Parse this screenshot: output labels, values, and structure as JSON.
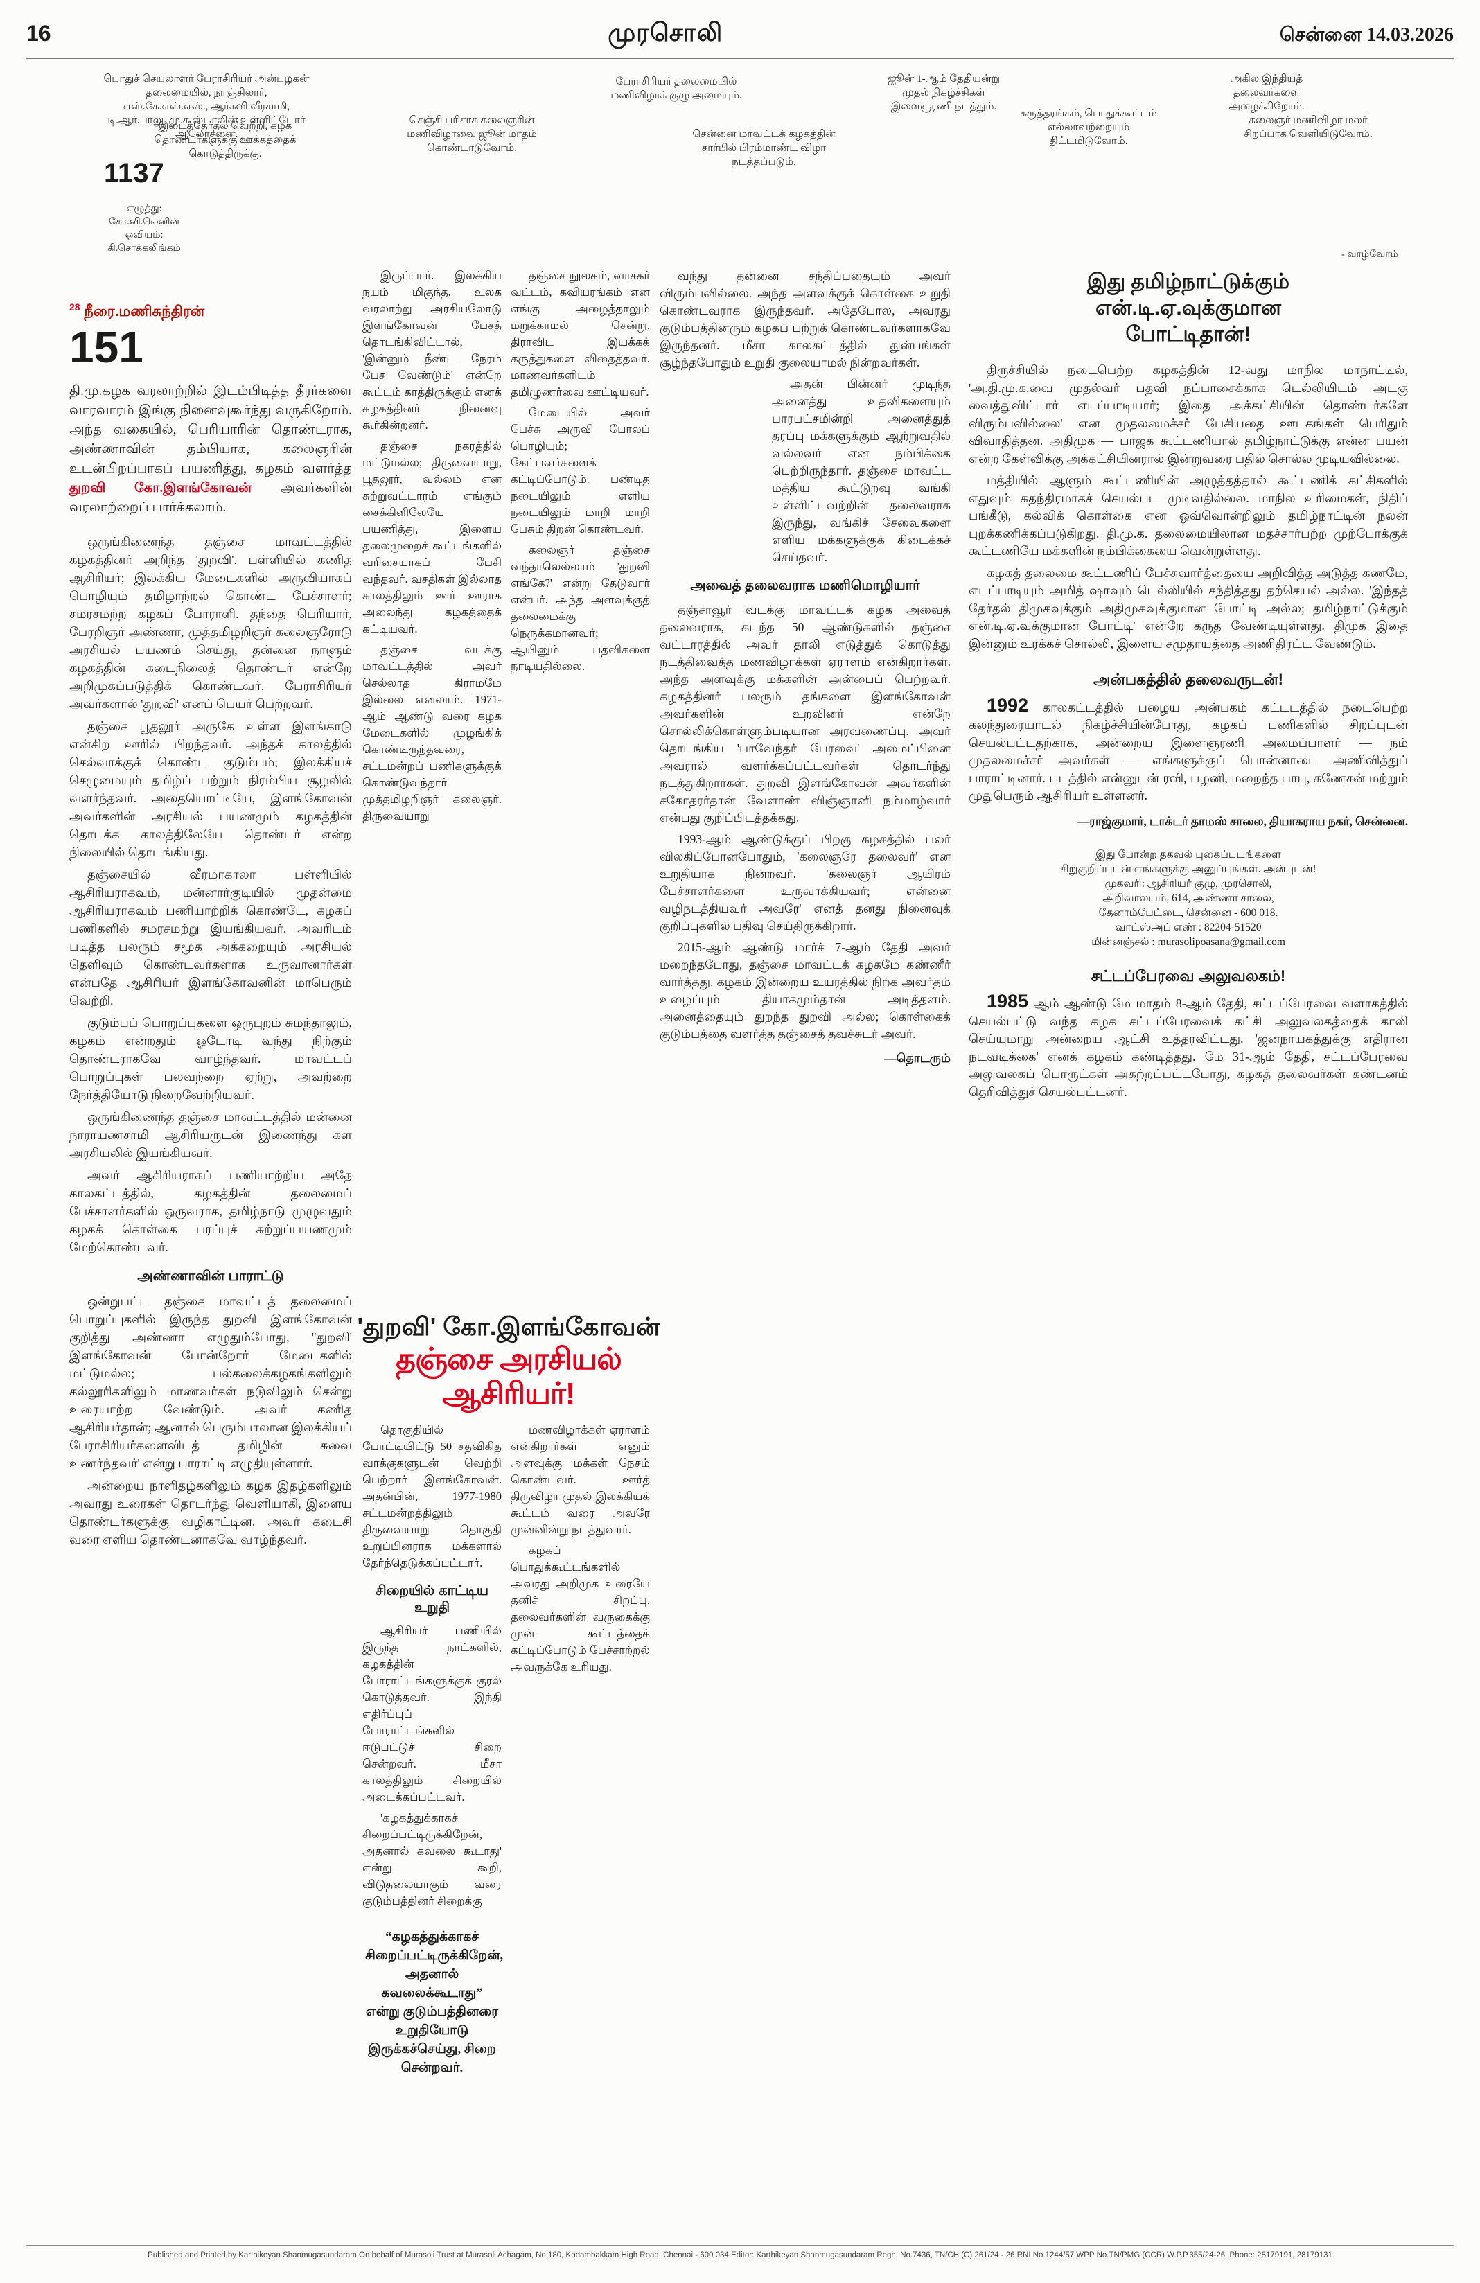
{
  "colors": {
    "accent_red": "#e4001b",
    "masthead_black": "#1c1c1c"
  },
  "header": {
    "page_number": "16",
    "masthead": "முரசொலி",
    "edition": "சென்னை  14.03.2026"
  },
  "top_notes": {
    "n1": "பொதுச் செயலாளர் பேராசிரியர் அன்பழகன் தலைமையில், நாஞ்சிலார், எஸ்.கே.எஸ்.எஸ்., ஆர்கவி வீரசாமி, டி.ஆர்.பாலு, மு.க.ஸ்டாலின் உள்ளிட்டோர் ஆலோசனை.",
    "n2": "இடைத்தேர்தல் வெற்றி, கழக தொண்டர்களுக்கு ஊக்கத்தைக் கொடுத்திருக்கு.",
    "n3": "செஞ்சி பரிசாக கலைஞரின் மணிவிழாவை ஜூன் மாதம் கொண்டாடுவோம்.",
    "n4": "பேராசிரியர் தலைமையில் மணிவிழாக் குழு அமையும்.",
    "n5": "சென்னை மாவட்டக் கழகத்தின் சார்பில் பிரம்மாண்ட விழா நடத்தப்படும்.",
    "n6": "ஜூன் 1-ஆம் தேதியன்று முதல் நிகழ்ச்சிகள் இளைஞரணி நடத்தும்.",
    "n7": "கருத்தரங்கம், பொதுக்கூட்டம் எல்லாவற்றையும் திட்டமிடுவோம்.",
    "n8": "அகில இந்தியத் தலைவர்களை அழைக்கிறோம்.",
    "n9": "கலைஞர் மணிவிழா மலர் சிறப்பாக வெளியிடுவோம்."
  },
  "comic": {
    "strip_number": "1137",
    "credits": [
      "எழுத்து:",
      "கோ.வி.லெனின்",
      "ஓவியம்:",
      "கி.சொக்கலிங்கம்"
    ],
    "caption_right": "- வாழ்வோம்"
  },
  "serial": {
    "author": "நீரை.மணிசுந்திரன்",
    "week": "28",
    "number": "151",
    "intro_before": "தி.மு.கழக வரலாற்றில் இடம்பிடித்த தீரர்களை வாரவாரம் இங்கு நினைவுகூர்ந்து வருகிறோம். அந்த வகையில், பெரியாரின் தொண்டராக, அண்ணாவின் தம்பியாக, கலைஞரின் உடன்பிறப்பாகப் பயணித்து, கழகம் வளர்த்த",
    "intro_highlight": "துறவி கோ.இளங்கோவன்",
    "intro_after": "அவர்களின் வரலாற்றைப் பார்க்கலாம்.",
    "headline_black": "'துறவி' கோ.இளங்கோவன்",
    "headline_red": "தஞ்சை அரசியல் ஆசிரியர்!",
    "col1_paras": [
      "ஒருங்கிணைந்த தஞ்சை மாவட்டத்தில் கழகத்தினர் அறிந்த 'துறவி'. பள்ளியில் கணித ஆசிரியர்; இலக்கிய மேடைகளில் அருவியாகப் பொழியும் தமிழாற்றல் கொண்ட பேச்சாளர்; சமரசமற்ற கழகப் போராளி. தந்தை பெரியார், பேரறிஞர் அண்ணா, முத்தமிழறிஞர் கலைஞரோடு அரசியல் பயணம் செய்து, தன்னை நாளும் கழகத்தின் கடைநிலைத் தொண்டர் என்றே அறிமுகப்படுத்திக் கொண்டவர். பேராசிரியர் அவர்களால் 'துறவி' எனப் பெயர் பெற்றவர்.",
      "தஞ்சை பூதலூர் அருகே உள்ள இளங்காடு என்கிற ஊரில் பிறந்தவர். அந்தக் காலத்தில் செல்வாக்குக் கொண்ட குடும்பம்; இலக்கியச் செழுமையும் தமிழ்ப் பற்றும் நிரம்பிய சூழலில் வளர்ந்தவர். அதையொட்டியே, இளங்கோவன் அவர்களின் அரசியல் பயணமும் கழகத்தின் தொடக்க காலத்திலேயே தொண்டர் என்ற நிலையில் தொடங்கியது.",
      "தஞ்சையில் வீரமாகாலா பள்ளியில் ஆசிரியராகவும், மன்னார்குடியில் முதன்மை ஆசிரியராகவும் பணியாற்றிக் கொண்டே, கழகப் பணிகளில் சமரசமற்று இயங்கியவர். அவரிடம் படித்த பலரும் சமூக அக்கறையும் அரசியல் தெளிவும் கொண்டவர்களாக உருவானார்கள் என்பதே ஆசிரியர் இளங்கோவனின் மாபெரும் வெற்றி.",
      "குடும்பப் பொறுப்புகளை ஒருபுறம் சுமந்தாலும், கழகம் என்றதும் ஓடோடி வந்து நிற்கும் தொண்டராகவே வாழ்ந்தவர். மாவட்டப் பொறுப்புகள் பலவற்றை ஏற்று, அவற்றை நேர்த்தியோடு நிறைவேற்றியவர்.",
      "ஒருங்கிணைந்த தஞ்சை மாவட்டத்தில் மன்னை நாராயணசாமி ஆசிரியருடன் இணைந்து கள அரசியலில் இயங்கியவர்.",
      "அவர் ஆசிரியராகப் பணியாற்றிய அதே காலகட்டத்தில், கழகத்தின் தலைமைப் பேச்சாளர்களில் ஒருவராக, தமிழ்நாடு முழுவதும் கழகக் கொள்கை பரப்புச் சுற்றுப்பயணமும் மேற்கொண்டவர்."
    ],
    "col1_subhead": "அண்ணாவின் பாராட்டு",
    "col1_paras2": [
      "ஒன்றுபட்ட தஞ்சை மாவட்டத் தலைமைப் பொறுப்புகளில் இருந்த துறவி இளங்கோவன் குறித்து அண்ணா எழுதும்போது, ''துறவி' இளங்கோவன் போன்றோர் மேடைகளில் மட்டுமல்ல; பல்கலைக்கழகங்களிலும் கல்லூரிகளிலும் மாணவர்கள் நடுவிலும் சென்று உரையாற்ற வேண்டும். அவர் கணித ஆசிரியர்தான்; ஆனால் பெரும்பாலான இலக்கியப் பேராசிரியர்களைவிடத் தமிழின் சுவை உணர்ந்தவர்' என்று பாராட்டி எழுதியுள்ளார்.",
      "அன்றைய நாளிதழ்களிலும் கழக இதழ்களிலும் அவரது உரைகள் தொடர்ந்து வெளியாகி, இளைய தொண்டர்களுக்கு வழிகாட்டின. அவர் கடைசி வரை எளிய தொண்டனாகவே வாழ்ந்தவர்."
    ],
    "col2_top_paras": [
      "இருப்பார். இலக்கிய நயம் மிகுந்த, உலக வரலாற்று அரசியலோடு இளங்கோவன் பேசத் தொடங்கிவிட்டால், 'இன்னும் நீண்ட நேரம் பேச வேண்டும்' என்றே கூட்டம் காத்திருக்கும் எனக் கழகத்தினர் நினைவு கூர்கின்றனர்.",
      "தஞ்சை நகரத்தில் மட்டுமல்ல; திருவையாறு, பூதலூர், வல்லம் என சுற்றுவட்டாரம் எங்கும் சைக்கிளிலேயே பயணித்து, இளைய தலைமுறைக் கூட்டங்களில் வரிசையாகப் பேசி வந்தவர். வசதிகள் இல்லாத காலத்திலும் ஊர் ஊராக அலைந்து கழகத்தைக் கட்டியவர்.",
      "தஞ்சை வடக்கு மாவட்டத்தில் அவர் செல்லாத கிராமமே இல்லை எனலாம். 1971-ஆம் ஆண்டு வரை கழக மேடைகளில் முழங்கிக் கொண்டிருந்தவரை, சட்டமன்றப் பணிகளுக்குக் கொண்டுவந்தார் முத்தமிழறிஞர் கலைஞர். திருவையாறு"
    ],
    "col3_top_paras": [
      "தஞ்சை நூலகம், வாசகர் வட்டம், கவியரங்கம் என எங்கு அழைத்தாலும் மறுக்காமல் சென்று, திராவிட இயக்கக் கருத்துகளை விதைத்தவர். மாணவர்களிடம் தமிழுணர்வை ஊட்டியவர்.",
      "மேடையில் அவர் பேச்சு அருவி போலப் பொழியும்; கேட்பவர்களைக் கட்டிப்போடும். பண்டித நடையிலும் எளிய நடையிலும் மாறி மாறி பேசும் திறன் கொண்டவர்.",
      "கலைஞர் தஞ்சை வந்தாலெல்லாம் 'துறவி எங்கே?' என்று தேடுவார் என்பர். அந்த அளவுக்குத் தலைமைக்கு நெருக்கமானவர்; ஆயினும் பதவிகளை நாடியதில்லை."
    ],
    "col2_bot_para": "தொகுதியில் போட்டியிட்டு 50 சதவிகித வாக்குகளுடன் வெற்றி பெற்றார் இளங்கோவன். அதன்பின், 1977-1980 சட்டமன்றத்திலும் திருவையாறு தொகுதி உறுப்பினராக மக்களால் தேர்ந்தெடுக்கப்பட்டார்.",
    "col2_subhead": "சிறையில் காட்டிய உறுதி",
    "col2_bot_paras2": [
      "ஆசிரியர் பணியில் இருந்த நாட்களில், கழகத்தின் போராட்டங்களுக்குக் குரல் கொடுத்தவர். இந்தி எதிர்ப்புப் போராட்டங்களில் ஈடுபட்டுச் சிறை சென்றவர். மீசா காலத்திலும் சிறையில் அடைக்கப்பட்டவர்.",
      "'கழகத்துக்காகச் சிறைப்பட்டிருக்கிறேன், அதனால் கவலை கூடாது' என்று கூறி, விடுதலையாகும் வரை குடும்பத்தினர் சிறைக்கு"
    ],
    "pull_quote": "“கழகத்துக்காகச் சிறைப்பட்டிருக்கிறேன், அதனால் கவலைக்கூடாது” என்று குடும்பத்தினரை உறுதியோடு இருக்கச்செய்து, சிறை சென்றவர்.",
    "col3_bot_paras": [
      "மணவிழாக்கள் ஏராளம் என்கிறார்கள் எனும் அளவுக்கு மக்கள் நேசம் கொண்டவர். ஊர்த் திருவிழா முதல் இலக்கியக் கூட்டம் வரை அவரே முன்னின்று நடத்துவார்.",
      "கழகப் பொதுக்கூட்டங்களில் அவரது அறிமுக உரையே தனிச் சிறப்பு. தலைவர்களின் வருகைக்கு முன் கூட்டத்தைக் கட்டிப்போடும் பேச்சாற்றல் அவருக்கே உரியது."
    ],
    "col4_paras1": [
      "வந்து தன்னை சந்திப்பதையும் அவர் விரும்பவில்லை. அந்த அளவுக்குக் கொள்கை உறுதி கொண்டவராக இருந்தவர். அதேபோல, அவரது குடும்பத்தினரும் கழகப் பற்றுக் கொண்டவர்களாகவே இருந்தனர். மீசா காலகட்டத்தில் துன்பங்கள் சூழ்ந்தபோதும் உறுதி குலையாமல் நின்றவர்கள்."
    ],
    "col4_inset_paras": [
      "அதன் பின்னர் முடிந்த அனைத்து உதவிகளையும் பாரபட்சமின்றி அனைத்துத் தரப்பு மக்களுக்கும் ஆற்றுவதில் வல்லவர் என நம்பிக்கை பெற்றிருந்தார். தஞ்சை மாவட்ட மத்திய கூட்டுறவு வங்கி உள்ளிட்டவற்றின் தலைவராக இருந்து, வங்கிச் சேவைகளை எளிய மக்களுக்குக் கிடைக்கச் செய்தவர்."
    ],
    "col4_subhead": "அவைத் தலைவராக மணிமொழியார்",
    "col4_paras2": [
      "தஞ்சாவூர் வடக்கு மாவட்டக் கழக அவைத் தலைவராக, கடந்த 50 ஆண்டுகளில் தஞ்சை வட்டாரத்தில் அவர் தாலி எடுத்துக் கொடுத்து நடத்திவைத்த மணவிழாக்கள் ஏராளம் என்கிறார்கள். அந்த அளவுக்கு மக்களின் அன்பைப் பெற்றவர். கழகத்தினர் பலரும் தங்களை இளங்கோவன் அவர்களின் உறவினர் என்றே சொல்லிக்கொள்ளும்படியான அரவணைப்பு. அவர் தொடங்கிய 'பாவேந்தர் பேரவை' அமைப்பினை அவரால் வளர்க்கப்பட்டவர்கள் தொடர்ந்து நடத்துகிறார்கள். துறவி இளங்கோவன் அவர்களின் சகோதரர்தான் வேளாண் விஞ்ஞானி நம்மாழ்வார் என்பது குறிப்பிடத்தக்கது.",
      "1993-ஆம் ஆண்டுக்குப் பிறகு கழகத்தில் பலர் விலகிப்போனபோதும், 'கலைஞரே தலைவர்' என உறுதியாக நின்றவர். 'கலைஞர் ஆயிரம் பேச்சாளர்களை உருவாக்கியவர்; என்னை வழிநடத்தியவர் அவரே' எனத் தனது நினைவுக் குறிப்புகளில் பதிவு செய்திருக்கிறார்.",
      "2015-ஆம் ஆண்டு மார்ச் 7-ஆம் தேதி அவர் மறைந்தபோது, தஞ்சை மாவட்டக் கழகமே கண்ணீர் வார்த்தது. கழகம் இன்றைய உயரத்தில் நிற்க அவர்தம் உழைப்பும் தியாகமும்தான் அடித்தளம். அனைத்தையும் துறந்த துறவி அல்ல; கொள்கைக் குடும்பத்தை வளர்த்த தஞ்சைத் தவச்சுடர் அவர்."
    ],
    "ending": "—தொடரும்"
  },
  "letters": {
    "headline": "இது தமிழ்நாட்டுக்கும் என்.டி.ஏ.வுக்குமான போட்டிதான்!",
    "paras": [
      "திருச்சியில் நடைபெற்ற கழகத்தின் 12-வது மாநில மாநாட்டில், 'அ.தி.மு.க.வை முதல்வர் பதவி நப்பாசைக்காக டெல்லியிடம் அடகு வைத்துவிட்டார் எடப்பாடியார்; இதை அக்கட்சியின் தொண்டர்களே விரும்பவில்லை' என முதலமைச்சர் பேசியதை ஊடகங்கள் பெரிதும் விவாதித்தன. அதிமுக — பாஜக கூட்டணியால் தமிழ்நாட்டுக்கு என்ன பயன் என்ற கேள்விக்கு அக்கட்சியினரால் இன்றுவரை பதில் சொல்ல முடியவில்லை.",
      "மத்தியில் ஆளும் கூட்டணியின் அழுத்தத்தால் கூட்டணிக் கட்சிகளில் எதுவும் சுதந்திரமாகச் செயல்பட முடிவதில்லை. மாநில உரிமைகள், நிதிப் பங்கீடு, கல்விக் கொள்கை என ஒவ்வொன்றிலும் தமிழ்நாட்டின் நலன் புறக்கணிக்கப்படுகிறது. தி.மு.க. தலைமையிலான மதச்சார்பற்ற முற்போக்குக் கூட்டணியே மக்களின் நம்பிக்கையை வென்றுள்ளது.",
      "கழகத் தலைமை கூட்டணிப் பேச்சுவார்த்தையை அறிவித்த அடுத்த கணமே, எடப்பாடியும் அமித் ஷாவும் டெல்லியில் சந்தித்தது தற்செயல் அல்ல. 'இந்தத் தேர்தல் திமுகவுக்கும் அதிமுகவுக்குமான போட்டி அல்ல; தமிழ்நாட்டுக்கும் என்.டி.ஏ.வுக்குமான போட்டி' என்றே கருத வேண்டியுள்ளது. திமுக இதை இன்னும் உரக்கச் சொல்லி, இளைய சமுதாயத்தை அணிதிரட்ட வேண்டும்."
    ],
    "sub1": "அன்பகத்தில் தலைவருடன்!",
    "year1": "1992",
    "sub1_para": "காலகட்டத்தில் பழைய அன்பகம் கட்டடத்தில் நடைபெற்ற கலந்துரையாடல் நிகழ்ச்சியின்போது, கழகப் பணிகளில் சிறப்புடன் செயல்பட்டதற்காக, அன்றைய இளைஞரணி அமைப்பாளர் — நம் முதலமைச்சர் அவர்கள் — எங்களுக்குப் பொன்னாடை அணிவித்துப் பாராட்டினார். படத்தில் என்னுடன் ரவி, பழனி, மறைந்த பாபு, கணேசன் மற்றும் முதுபெரும் ஆசிரியர் உள்ளனர்.",
    "signature": "—ராஜ்குமார், டாக்டர் தாமஸ் சாலை, தியாகராய நகர், சென்னை.",
    "submit_note": [
      "இது போன்ற தகவல் புகைப்படங்களை",
      "சிறுகுறிப்புடன் எங்களுக்கு அனுப்புங்கள். அன்புடன்!",
      "முகவரி: ஆசிரியர் குழு, முரசொலி,",
      "அறிவாலயம், 614, அண்ணா சாலை,",
      "தேனாம்பேட்டை, சென்னை - 600 018.",
      "வாட்ஸ்அப் எண் : 82204-51520",
      "மின்னஞ்சல் : murasolipoasana@gmail.com"
    ],
    "sub2": "சட்டப்பேரவை அலுவலகம்!",
    "year2": "1985",
    "sub2_para": "ஆம் ஆண்டு மே மாதம் 8-ஆம் தேதி, சட்டப்பேரவை வளாகத்தில் செயல்பட்டு வந்த கழக சட்டப்பேரவைக் கட்சி அலுவலகத்தைக் காலி செய்யுமாறு அன்றைய ஆட்சி உத்தரவிட்டது. 'ஜனநாயகத்துக்கு எதிரான நடவடிக்கை' எனக் கழகம் கண்டித்தது. மே 31-ஆம் தேதி, சட்டப்பேரவை அலுவலகப் பொருட்கள் அகற்றப்பட்டபோது, கழகத் தலைவர்கள் கண்டனம் தெரிவித்துச் செயல்பட்டனர்."
  },
  "footer": {
    "imprint": "Published and Printed by Karthikeyan Shanmugasundaram On behalf of Murasoli Trust at Murasoli Achagam, No:180, Kodambakkam High Road, Chennai - 600 034  Editor: Karthikeyan Shanmugasundaram  Regn. No.7436, TN/CH (C) 261/24 - 26  RNI No.1244/57  WPP No.TN/PMG (CCR) W.P.P.355/24-26.  Phone: 28179191, 28179131"
  }
}
